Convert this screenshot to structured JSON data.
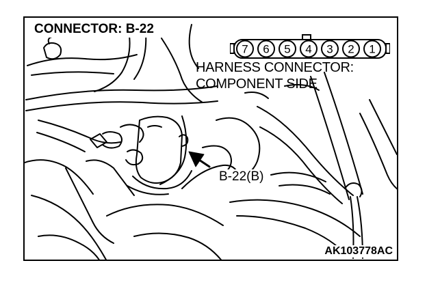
{
  "title": "CONNECTOR: B-22",
  "harness_line1": "HARNESS CONNECTOR:",
  "harness_line2": "COMPONENT SIDE",
  "connector_pins": [
    "7",
    "6",
    "5",
    "4",
    "3",
    "2",
    "1"
  ],
  "callout": "B-22(B)",
  "image_id": "AK103778AC"
}
